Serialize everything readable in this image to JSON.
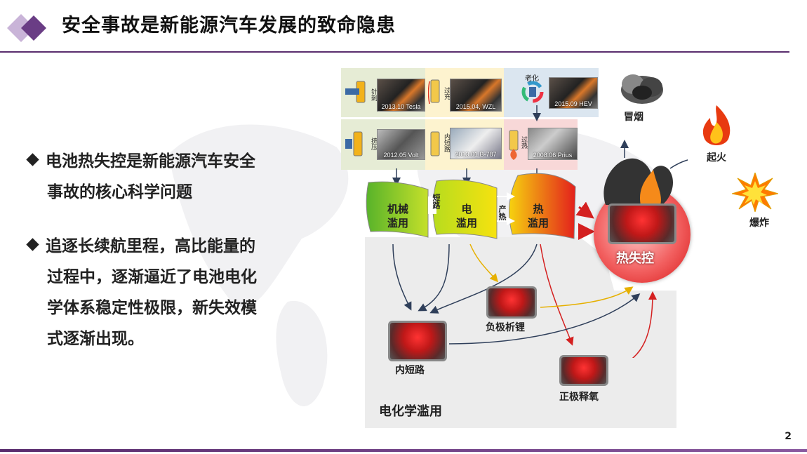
{
  "header": {
    "title": "安全事故是新能源汽车发展的致命隐患"
  },
  "bullets": [
    {
      "lines": [
        "电池热失控是新能源汽车安全",
        "事故的核心科学问题"
      ]
    },
    {
      "lines": [
        "追逐长续航里程，高比能量的",
        "过程中，逐渐逼近了电池电化",
        "学体系稳定性极限，新失效模",
        "式逐渐出现。"
      ]
    }
  ],
  "diagram": {
    "photos": [
      "2013.10 Tesla",
      "2015.04, WZL",
      "2015.09 HEV",
      "2012.05 Volt",
      "2013.01 B-787",
      "2008.06 Prius"
    ],
    "trigger_labels": [
      "针刺",
      "过充",
      "老化",
      "挤压",
      "内短路",
      "过热"
    ],
    "stages": [
      {
        "top": "机械",
        "bottom": "滥用"
      },
      {
        "top": "电",
        "bottom": "滥用"
      },
      {
        "top": "热",
        "bottom": "滥用"
      }
    ],
    "arrow_labels": [
      "短路",
      "产热"
    ],
    "thermal_runaway": "热失控",
    "outcomes": [
      "冒烟",
      "起火",
      "爆炸"
    ],
    "electrochem": {
      "title": "电化学滥用",
      "items": [
        "内短路",
        "负极析锂",
        "正极释氧"
      ]
    }
  },
  "footer": {
    "page": "2"
  }
}
